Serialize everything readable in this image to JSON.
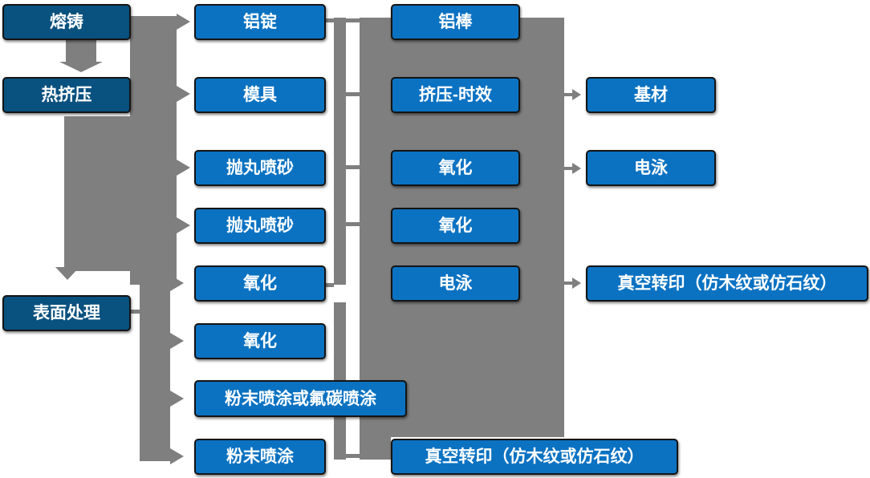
{
  "colors": {
    "node_dark_blue": "#09517f",
    "node_blue": "#0b72c2",
    "connector_gray": "#7f7f7f",
    "node_text": "#ffffff",
    "background": "#ffffff"
  },
  "col1": [
    {
      "label": "熔铸"
    },
    {
      "label": "热挤压"
    },
    {
      "label": "表面处理"
    }
  ],
  "col2": [
    {
      "label": "铝锭"
    },
    {
      "label": "模具"
    },
    {
      "label": "抛丸喷砂"
    },
    {
      "label": "抛丸喷砂"
    },
    {
      "label": "氧化"
    },
    {
      "label": "氧化"
    },
    {
      "label": "粉末喷涂或氟碳喷涂"
    },
    {
      "label": "粉末喷涂"
    }
  ],
  "col3": [
    {
      "label": "铝棒"
    },
    {
      "label": "挤压-时效"
    },
    {
      "label": "氧化"
    },
    {
      "label": "氧化"
    },
    {
      "label": "电泳"
    },
    {
      "label": "真空转印（仿木纹或仿石纹）"
    }
  ],
  "col4": [
    {
      "label": "基材"
    },
    {
      "label": "电泳"
    },
    {
      "label": "真空转印（仿木纹或仿石纹）"
    }
  ]
}
